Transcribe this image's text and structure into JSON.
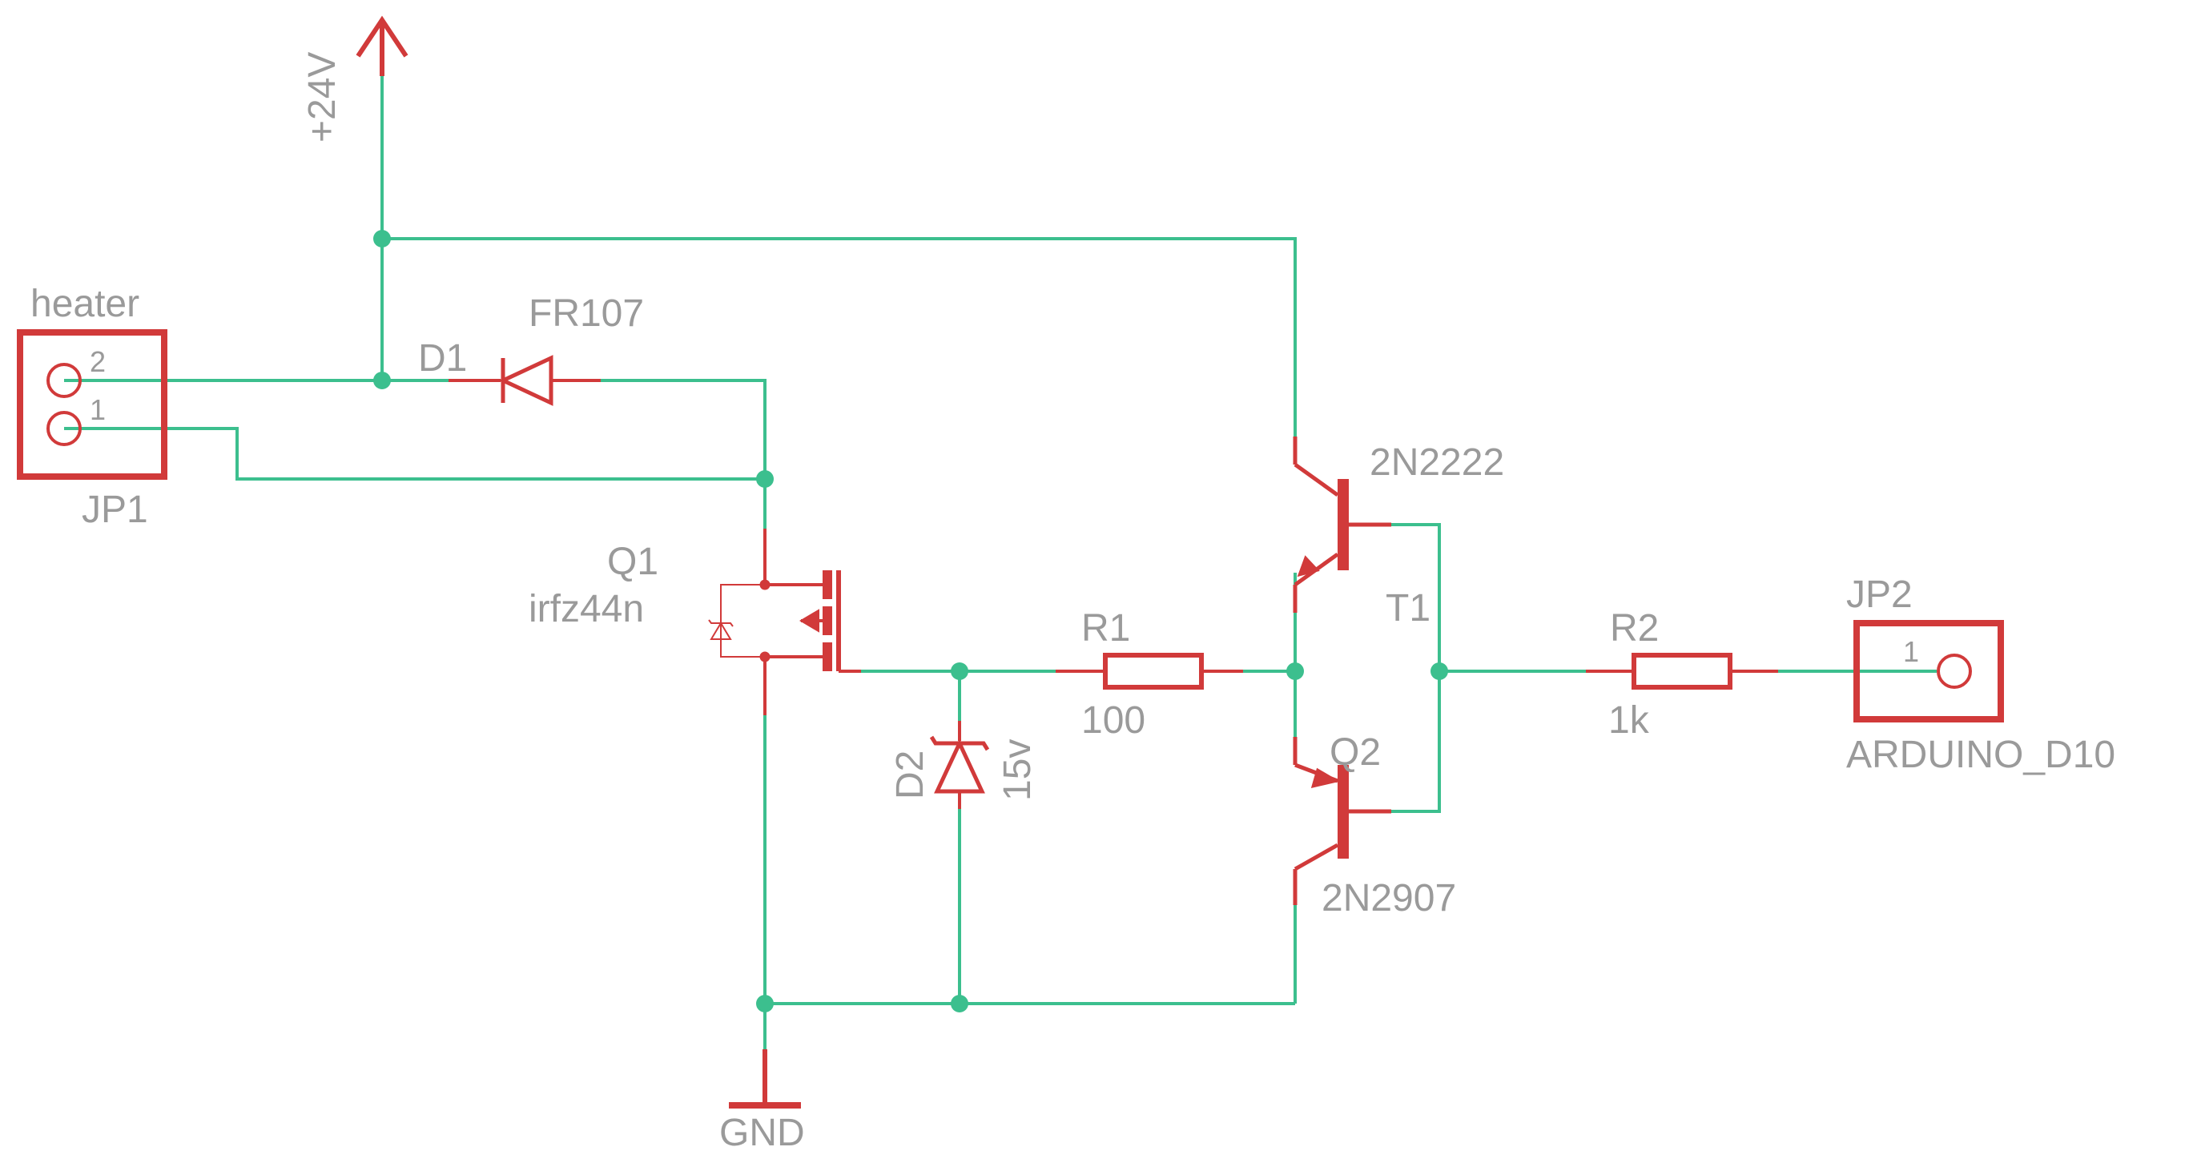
{
  "colors": {
    "wire": "#3cbf8e",
    "component": "#d13a3a",
    "text": "#9a9a9a",
    "background": "#ffffff"
  },
  "labels": {
    "supply": "+24V",
    "gnd": "GND",
    "jp1_value": "heater",
    "jp1_name": "JP1",
    "jp1_pin2": "2",
    "jp1_pin1": "1",
    "d1_name": "D1",
    "d1_value": "FR107",
    "q1_name": "Q1",
    "q1_value": "irfz44n",
    "d2_name": "D2",
    "d2_value": "15v",
    "r1_name": "R1",
    "r1_value": "100",
    "t1_name": "T1",
    "q2_upper_value": "2N2222",
    "q2_name": "Q2",
    "q2_lower_value": "2N2907",
    "r2_name": "R2",
    "r2_value": "1k",
    "jp2_name": "JP2",
    "jp2_pin1": "1",
    "jp2_value": "ARDUINO_D10"
  }
}
